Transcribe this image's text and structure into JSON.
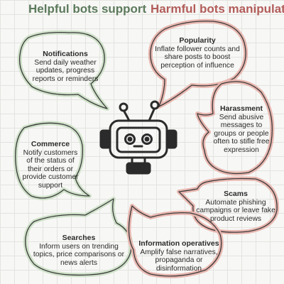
{
  "headers": {
    "left": {
      "text": "Helpful bots support",
      "color": "#5c7a5c"
    },
    "right": {
      "text": "Harmful bots manipulate",
      "color": "#b25d5a"
    }
  },
  "colors": {
    "helpful_outline": "#3a3a3a",
    "helpful_glow": "#cfe1c9",
    "harmful_outline": "#3a3a3a",
    "harmful_glow": "#e8b7b0",
    "robot": "#2b2b2b"
  },
  "icons": {
    "center": "robot-icon"
  },
  "helpful": [
    {
      "title": "Notifications",
      "body": "Send daily weather updates, progress reports or reminders"
    },
    {
      "title": "Commerce",
      "body": "Notify customers of the status of their orders or provide customer support"
    },
    {
      "title": "Searches",
      "body": "Inform users on trending topics, price comparisons or news alerts"
    }
  ],
  "harmful": [
    {
      "title": "Popularity",
      "body": "Inflate follower counts and share posts to boost perception of influence"
    },
    {
      "title": "Harassment",
      "body": "Send abusive messages to groups or people often to stifle free expression"
    },
    {
      "title": "Scams",
      "body": "Automate phishing campaigns or leave fake product reviews"
    },
    {
      "title": "Information operatives",
      "body": "Amplify false narratives, propaganda or disinformation"
    }
  ]
}
